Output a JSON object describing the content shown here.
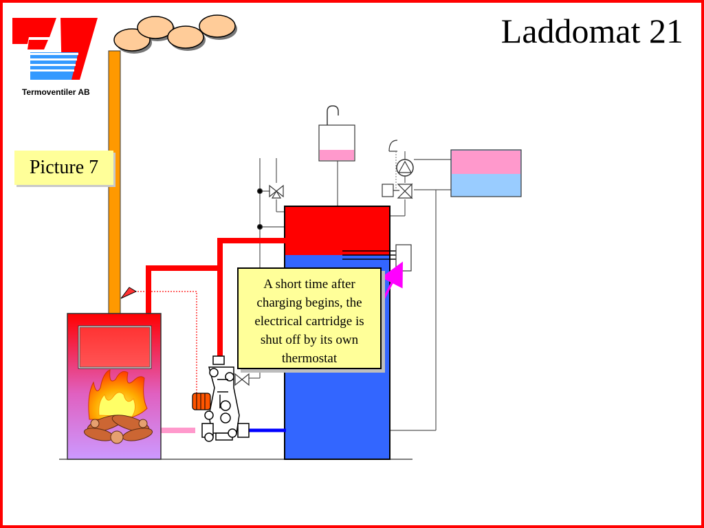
{
  "slide": {
    "title": "Laddomat 21",
    "company": "Termoventiler AB",
    "picture_label": "Picture 7",
    "callout_text": "A short time after charging begins, the electrical cartridge is shut off by its own thermostat"
  },
  "colors": {
    "frame": "#ff0000",
    "hot_water": "#ff0000",
    "cold_water": "#3366ff",
    "chimney": "#ff9900",
    "callout_bg": "#ffff99",
    "arrow": "#ff00ff",
    "expansion_pink": "#ff99cc",
    "expansion_blue": "#99ccff"
  }
}
